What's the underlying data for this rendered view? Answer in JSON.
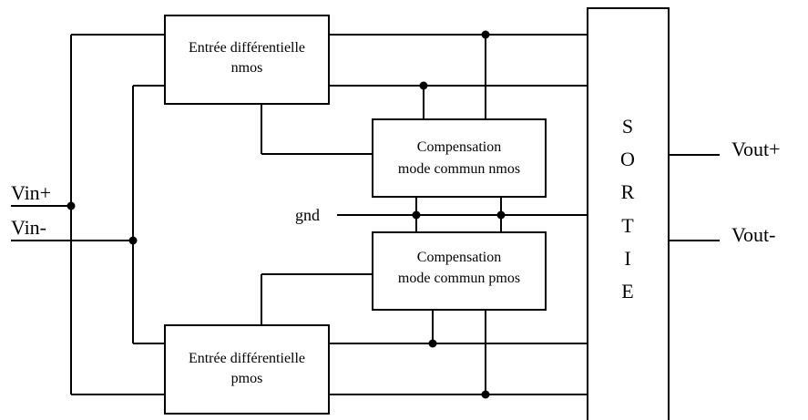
{
  "blocks": {
    "nmos_input": {
      "line1": "Entrée différentielle",
      "line2": "nmos"
    },
    "pmos_input": {
      "line1": "Entrée différentielle",
      "line2": "pmos"
    },
    "cm_nmos": {
      "line1": "Compensation",
      "line2": "mode commun nmos"
    },
    "cm_pmos": {
      "line1": "Compensation",
      "line2": "mode commun pmos"
    },
    "sortie": {
      "letters": [
        "S",
        "O",
        "R",
        "T",
        "I",
        "E"
      ]
    }
  },
  "terminals": {
    "vin_plus": "Vin+",
    "vin_minus": "Vin-",
    "gnd": "gnd",
    "vout_plus": "Vout+",
    "vout_minus": "Vout-"
  }
}
